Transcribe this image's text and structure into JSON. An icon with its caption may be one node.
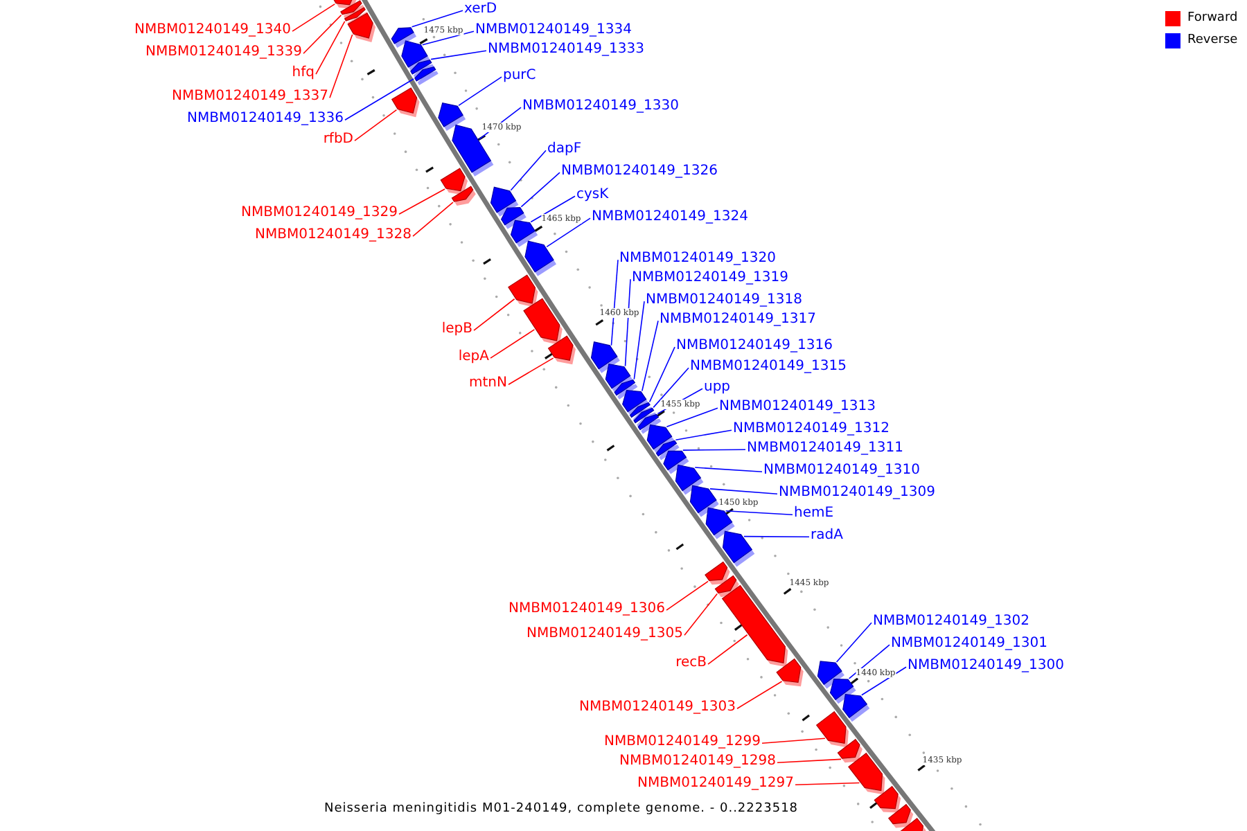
{
  "diagram": {
    "caption": "Neisseria meningitidis M01-240149, complete genome. - 0..2223518",
    "nodes": [
      {
        "text": [
          "NMBM01240149_1340"
        ]
      },
      {
        "text": [],
        "shape": "bar"
      },
      {
        "text": [
          "NMBM01240149_1339"
        ]
      },
      {
        "text": [],
        "shape": "bar"
      },
      {
        "text": [
          "hfq"
        ]
      },
      {
        "text": [],
        "shape": "bar"
      },
      {
        "text": [
          "NMBM01240149_1337"
        ]
      },
      {
        "text": [],
        "shape": "bar"
      },
      {
        "text": [
          "xerD"
        ]
      },
      {
        "text": [],
        "shape": "bar"
      },
      {
        "text": [
          "NMBM01240149_1334"
        ]
      },
      {
        "text": [],
        "shape": "bar"
      },
      {
        "text": [
          "NMBM01240149_1333"
        ]
      },
      {
        "text": [],
        "shape": "bar"
      },
      {
        "text": [
          "NMBM01240149_1336"
        ]
      },
      {
        "text": [],
        "shape": "bar"
      },
      {
        "text": [
          "purC"
        ]
      },
      {
        "text": [],
        "shape": "bar"
      },
      {
        "text": [
          "NMBM01240149_1330"
        ]
      },
      {
        "text": [],
        "shape": "bar"
      },
      {
        "text": [
          "rfbD"
        ]
      },
      {
        "text": [],
        "shape": "bar"
      },
      {
        "text": [
          "dapF"
        ]
      },
      {
        "text": [],
        "shape": "bar"
      },
      {
        "text": [
          "NMBM01240149_1326"
        ]
      },
      {
        "text": [],
        "shape": "bar"
      },
      {
        "text": [
          "cysK"
        ]
      },
      {
        "text": [],
        "shape": "bar"
      },
      {
        "text": [
          "NMBM01240149_1329"
        ]
      },
      {
        "text": [],
        "shape": "bar"
      },
      {
        "text": [
          "NMBM01240149_1324"
        ]
      },
      {
        "text": [],
        "shape": "bar"
      },
      {
        "text": [
          "NMBM01240149_1328"
        ]
      },
      {
        "text": [],
        "shape": "bar"
      },
      {
        "text": [
          "NMBM01240149_1320"
        ]
      },
      {
        "text": [],
        "shape": "bar"
      },
      {
        "text": [
          "NMBM01240149_1319"
        ]
      },
      {
        "text": [],
        "shape": "bar"
      },
      {
        "text": [
          "NMBM01240149_1318"
        ]
      },
      {
        "text": [],
        "shape": "bar"
      },
      {
        "text": [
          "NMBM01240149_1317"
        ]
      },
      {
        "text": [],
        "shape": "bar"
      },
      {
        "text": [
          "lepB"
        ]
      },
      {
        "text": [],
        "shape": "bar"
      },
      {
        "text": [
          "NMBM01240149_1316"
        ]
      },
      {
        "text": [],
        "shape": "bar"
      },
      {
        "text": [
          "lepA"
        ]
      },
      {
        "text": [],
        "shape": "bar"
      },
      {
        "text": [
          "NMBM01240149_1315"
        ]
      },
      {
        "text": [],
        "shape": "bar"
      },
      {
        "text": [
          "mtnN"
        ]
      },
      {
        "text": [],
        "shape": "bar"
      },
      {
        "text": [
          "upp"
        ]
      },
      {
        "text": [],
        "shape": "bar"
      },
      {
        "text": [
          "NMBM01240149_1313"
        ]
      },
      {
        "text": [],
        "shape": "bar"
      },
      {
        "text": [
          "NMBM01240149_1312"
        ]
      },
      {
        "text": [],
        "shape": "bar"
      },
      {
        "text": [
          "NMBM01240149_1311"
        ]
      },
      {
        "text": [],
        "shape": "bar"
      },
      {
        "text": [
          "NMBM01240149_1310"
        ]
      },
      {
        "text": [],
        "shape": "bar"
      },
      {
        "text": [
          "NMBM01240149_1309"
        ]
      },
      {
        "text": [],
        "shape": "bar"
      },
      {
        "text": [
          "hemE"
        ]
      },
      {
        "text": [],
        "shape": "bar"
      },
      {
        "text": [
          "radA"
        ]
      },
      {
        "text": [],
        "shape": "bar"
      },
      {
        "text": [
          "NMBM01240149_1306"
        ]
      },
      {
        "text": [],
        "shape": "bar"
      },
      {
        "text": [
          "NMBM01240149_1305"
        ]
      },
      {
        "text": [],
        "shape": "bar"
      },
      {
        "text": [
          "NMBM01240149_1302"
        ]
      },
      {
        "text": [],
        "shape": "bar"
      },
      {
        "text": [
          "NMBM01240149_1301"
        ]
      },
      {
        "text": [],
        "shape": "bar"
      },
      {
        "text": [
          "recB"
        ]
      },
      {
        "text": [],
        "shape": "bar"
      },
      {
        "text": [
          "NMBM01240149_1300"
        ]
      },
      {
        "text": [],
        "shape": "bar"
      },
      {
        "text": [
          "NMBM01240149_1303"
        ]
      },
      {
        "text": [],
        "shape": "bar"
      },
      {
        "text": [
          "NMBM01240149_1299"
        ]
      },
      {
        "text": [],
        "shape": "bar"
      },
      {
        "text": [
          "NMBM01240149_1298"
        ]
      },
      {
        "text": [],
        "shape": "bar"
      },
      {
        "text": [
          "NMBM01240149_1297"
        ]
      },
      {
        "text": [],
        "shape": "bar"
      },
      {
        "text": [],
        "shape": "bar"
      },
      {
        "text": [],
        "shape": "bar"
      },
      {
        "text": [],
        "shape": "bar"
      }
    ],
    "edges": [
      {
        "from": 0,
        "to": 1,
        "arrow": "none",
        "color": "#ff0000"
      },
      {
        "from": 2,
        "to": 3,
        "arrow": "none",
        "color": "#ff0000"
      },
      {
        "from": 4,
        "to": 5,
        "arrow": "none",
        "color": "#ff0000"
      },
      {
        "from": 6,
        "to": 7,
        "arrow": "none",
        "color": "#ff0000"
      },
      {
        "from": 8,
        "to": 9,
        "arrow": "none"
      },
      {
        "from": 10,
        "to": 11,
        "arrow": "none"
      },
      {
        "from": 12,
        "to": 13,
        "arrow": "none"
      },
      {
        "from": 14,
        "to": 15,
        "arrow": "none"
      },
      {
        "from": 16,
        "to": 17,
        "arrow": "none"
      },
      {
        "from": 18,
        "to": 19,
        "arrow": "none"
      },
      {
        "from": 20,
        "to": 21,
        "arrow": "none",
        "color": "#ff0000"
      },
      {
        "from": 22,
        "to": 23,
        "arrow": "none"
      },
      {
        "from": 24,
        "to": 25,
        "arrow": "none"
      },
      {
        "from": 26,
        "to": 27,
        "arrow": "none"
      },
      {
        "from": 28,
        "to": 29,
        "arrow": "none",
        "color": "#ff0000"
      },
      {
        "from": 30,
        "to": 31,
        "arrow": "none"
      },
      {
        "from": 32,
        "to": 33,
        "arrow": "none",
        "color": "#ff0000"
      },
      {
        "from": 34,
        "to": 35,
        "arrow": "none"
      },
      {
        "from": 36,
        "to": 37,
        "arrow": "none"
      },
      {
        "from": 38,
        "to": 39,
        "arrow": "none"
      },
      {
        "from": 40,
        "to": 41,
        "arrow": "none"
      },
      {
        "from": 42,
        "to": 43,
        "arrow": "none",
        "color": "#ff0000"
      },
      {
        "from": 44,
        "to": 45,
        "arrow": "none"
      },
      {
        "from": 46,
        "to": 47,
        "arrow": "none",
        "color": "#ff0000"
      },
      {
        "from": 48,
        "to": 49,
        "arrow": "none"
      },
      {
        "from": 50,
        "to": 51,
        "arrow": "none",
        "color": "#ff0000"
      },
      {
        "from": 52,
        "to": 53,
        "arrow": "none"
      },
      {
        "from": 54,
        "to": 55,
        "arrow": "none"
      },
      {
        "from": 56,
        "to": 57,
        "arrow": "none"
      },
      {
        "from": 58,
        "to": 59,
        "arrow": "none"
      },
      {
        "from": 60,
        "to": 61,
        "arrow": "none"
      },
      {
        "from": 62,
        "to": 63,
        "arrow": "none"
      },
      {
        "from": 64,
        "to": 65,
        "arrow": "none"
      },
      {
        "from": 66,
        "to": 67,
        "arrow": "none"
      },
      {
        "from": 68,
        "to": 69,
        "arrow": "none",
        "color": "#ff0000"
      },
      {
        "from": 70,
        "to": 71,
        "arrow": "none",
        "color": "#ff0000"
      },
      {
        "from": 72,
        "to": 73,
        "arrow": "none"
      },
      {
        "from": 74,
        "to": 75,
        "arrow": "none"
      },
      {
        "from": 76,
        "to": 77,
        "arrow": "none",
        "color": "#ff0000"
      },
      {
        "from": 78,
        "to": 79,
        "arrow": "none"
      },
      {
        "from": 80,
        "to": 81,
        "arrow": "none",
        "color": "#ff0000"
      },
      {
        "from": 82,
        "to": 83,
        "arrow": "none",
        "color": "#ff0000"
      },
      {
        "from": 84,
        "to": 85,
        "arrow": "none",
        "color": "#ff0000"
      },
      {
        "from": 86,
        "to": 87,
        "arrow": "none",
        "color": "#ff0000"
      }
    ],
    "labels": [
      "1475 kbp",
      "1470 kbp",
      "1465 kbp",
      "1460 kbp",
      "1455 kbp",
      "1450 kbp",
      "1445 kbp",
      "1440 kbp",
      "1435 kbp"
    ],
    "legend": [
      {
        "text": "Forward",
        "color": "#ff0000"
      },
      {
        "text": "Reverse",
        "color": "#0000ff"
      }
    ]
  }
}
